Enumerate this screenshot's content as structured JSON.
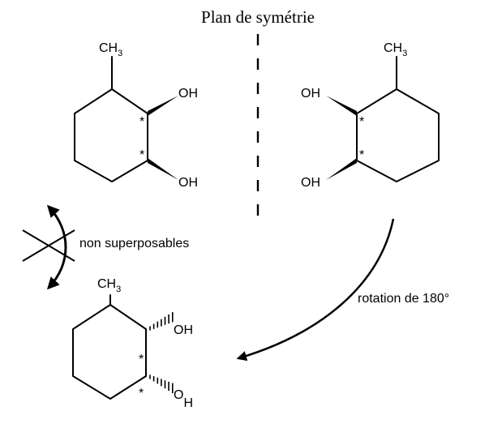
{
  "title": "Plan de symétrie",
  "labels": {
    "non_superposables": "non superposables",
    "rotation": "rotation de 180°"
  },
  "groups": {
    "ch3_main": "CH",
    "ch3_sub": "3",
    "oh": "OH",
    "oh_o": "O",
    "oh_h": "H",
    "stereocenter": "*"
  },
  "colors": {
    "ink": "#000000",
    "background": "#ffffff"
  },
  "icons": {
    "crossed_arrow": "crossed-double-arrow-icon",
    "curved_arrow": "curved-arrow-icon"
  }
}
